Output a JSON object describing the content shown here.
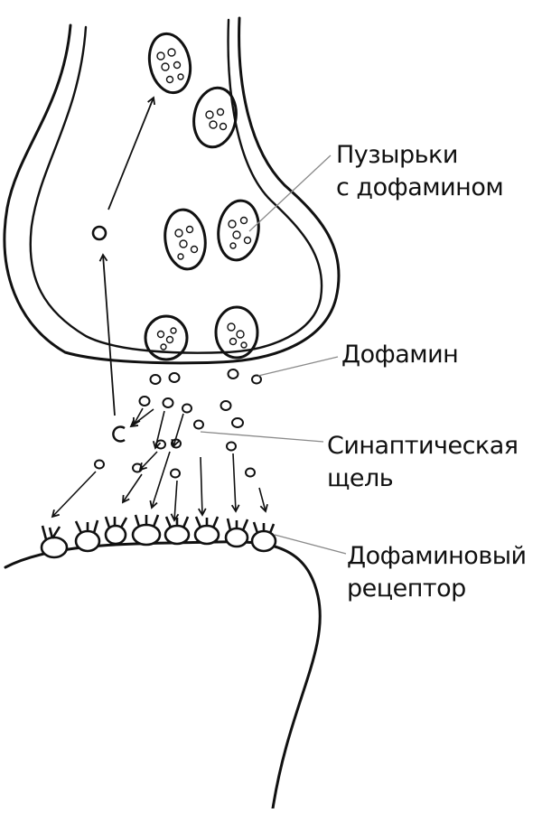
{
  "labels": {
    "vesicles_line1": "Пузырьки",
    "vesicles_line2": "с дофамином",
    "dopamine": "Дофамин",
    "cleft_line1": "Синаптическая",
    "cleft_line2": "щель",
    "receptor_line1": "Дофаминовый",
    "receptor_line2": "рецептор"
  },
  "colors": {
    "ink": "#111111",
    "leader": "#8a8a8a",
    "background": "#ffffff"
  }
}
